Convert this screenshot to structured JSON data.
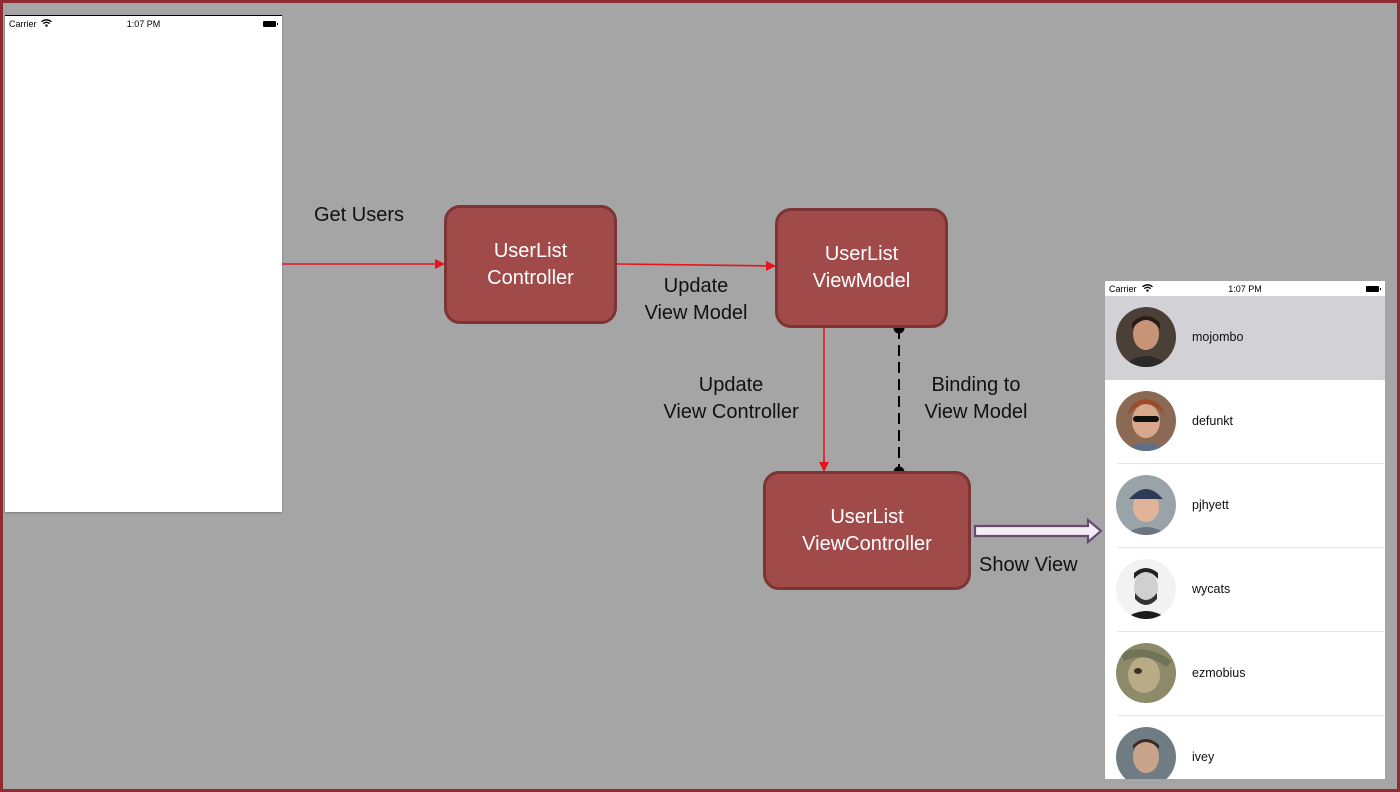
{
  "phone_status": {
    "carrier": "Carrier",
    "time": "1:07 PM",
    "wifi_icon": "wifi-icon",
    "battery_icon": "battery-icon"
  },
  "boxes": {
    "controller": {
      "line1": "UserList",
      "line2": "Controller"
    },
    "viewmodel": {
      "line1": "UserList",
      "line2": "ViewModel"
    },
    "viewcontroller": {
      "line1": "UserList",
      "line2": "ViewController"
    }
  },
  "labels": {
    "get_users": "Get Users",
    "update_view_model": {
      "line1": "Update",
      "line2": "View Model"
    },
    "update_view_controller": {
      "line1": "Update",
      "line2": "View Controller"
    },
    "binding": {
      "line1": "Binding to",
      "line2": "View Model"
    },
    "show_view": "Show View"
  },
  "users": [
    {
      "name": "mojombo",
      "selected": true
    },
    {
      "name": "defunkt",
      "selected": false
    },
    {
      "name": "pjhyett",
      "selected": false
    },
    {
      "name": "wycats",
      "selected": false
    },
    {
      "name": "ezmobius",
      "selected": false
    },
    {
      "name": "ivey",
      "selected": false
    }
  ],
  "colors": {
    "background": "#a5a5a5",
    "frame": "#8f2c33",
    "box_fill": "#a04a4a",
    "box_border": "#7d3434",
    "arrow_red": "#e8141b",
    "show_view_arrow": "#6a4a72"
  }
}
